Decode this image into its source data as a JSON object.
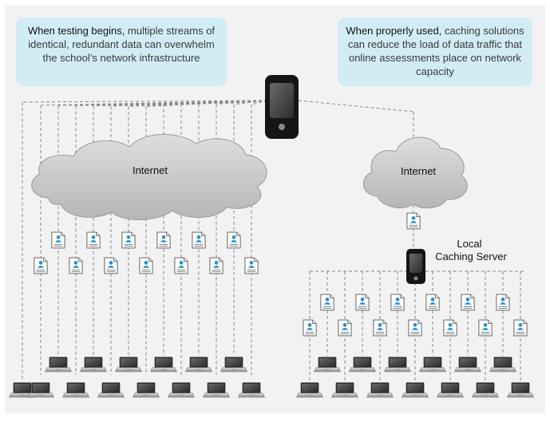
{
  "callouts": {
    "left": {
      "lead": "When testing begins,",
      "text": " multiple streams of identical, redundant data can overwhelm the school’s network infrastructure"
    },
    "right": {
      "lead": "When properly used,",
      "text": " caching solutions can reduce the load of data traffic that online assessments place on network capacity"
    }
  },
  "clouds": {
    "left_label": "Internet",
    "right_label": "Internet"
  },
  "caching_server": {
    "line1": "Local",
    "line2": "Caching Server"
  },
  "colors": {
    "page_background": "#f2f2f2",
    "callout_background": "#d2ecf5",
    "cloud_fill": "#c8c8c8",
    "document_icon_accent": "#2a8fd0",
    "device_body": "#151515"
  },
  "icons": {
    "document": "document-user-icon",
    "laptop": "laptop-icon",
    "server": "server-icon"
  }
}
